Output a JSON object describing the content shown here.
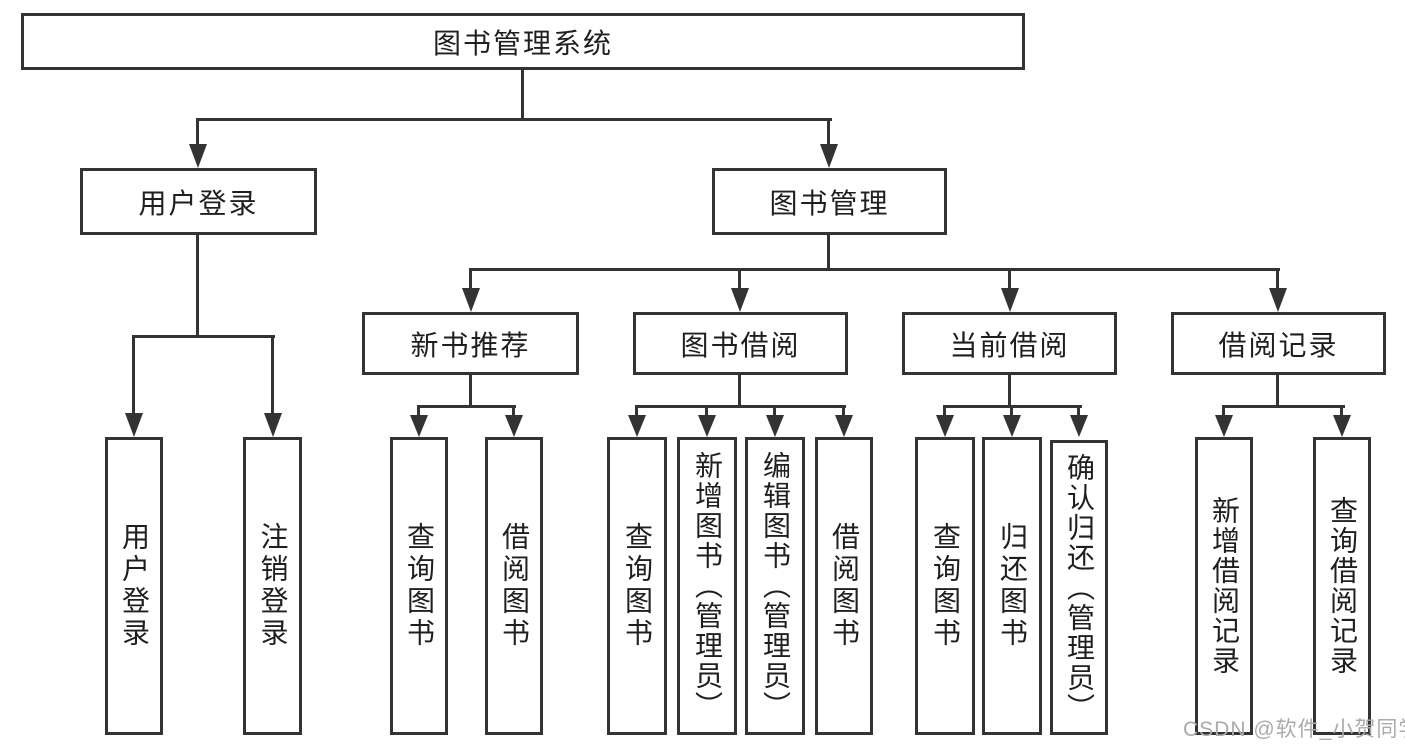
{
  "diagram": {
    "title": "图书管理系统",
    "branches": [
      {
        "label": "用户登录",
        "children": [
          "用户登录",
          "注销登录"
        ]
      },
      {
        "label": "图书管理",
        "modules": [
          {
            "label": "新书推荐",
            "children": [
              "查询图书",
              "借阅图书"
            ]
          },
          {
            "label": "图书借阅",
            "children": [
              "查询图书",
              "新增图书（管理员）",
              "编辑图书（管理员）",
              "借阅图书"
            ]
          },
          {
            "label": "当前借阅",
            "children": [
              "查询图书",
              "归还图书",
              "确认归还（管理员）"
            ]
          },
          {
            "label": "借阅记录",
            "children": [
              "新增借阅记录",
              "查询借阅记录"
            ]
          }
        ]
      }
    ]
  },
  "watermark": "CSDN @软件_小贺同学",
  "colors": {
    "line": "#333333",
    "text": "#1f1f1f",
    "watermark": "#ababab",
    "background": "#ffffff"
  }
}
